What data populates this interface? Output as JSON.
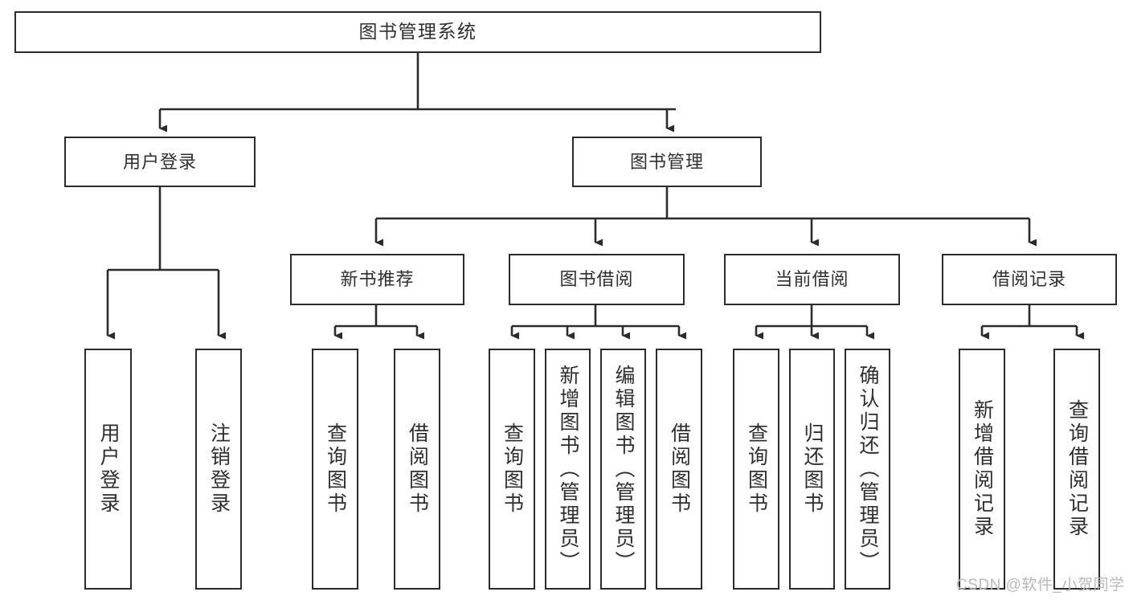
{
  "diagram": {
    "title": "图书管理系统",
    "type": "tree-hierarchy",
    "watermark": "CSDN @软件_小贺同学",
    "colors": {
      "background": "#ffffff",
      "box_border": "#2b2b2b",
      "box_fill": "#ffffff",
      "text": "#2e2e2e",
      "connector": "#2b2b2b",
      "watermark_text": "#b9b9b9"
    },
    "nodes": {
      "root": {
        "label": "图书管理系统"
      },
      "level2": [
        {
          "id": "user-login",
          "label": "用户登录"
        },
        {
          "id": "book-manage",
          "label": "图书管理"
        }
      ],
      "level3": [
        {
          "id": "new-book-recommend",
          "label": "新书推荐"
        },
        {
          "id": "book-borrow",
          "label": "图书借阅"
        },
        {
          "id": "current-borrow",
          "label": "当前借阅"
        },
        {
          "id": "borrow-record",
          "label": "借阅记录"
        }
      ],
      "leaves": {
        "user_login": [
          {
            "id": "leaf-user-login",
            "label": "用户登录"
          },
          {
            "id": "leaf-logout-login",
            "label": "注销登录"
          }
        ],
        "new_book_recommend": [
          {
            "id": "leaf-query-book-1",
            "label": "查询图书"
          },
          {
            "id": "leaf-borrow-book-1",
            "label": "借阅图书"
          }
        ],
        "book_borrow": [
          {
            "id": "leaf-query-book-2",
            "label": "查询图书"
          },
          {
            "id": "leaf-add-book",
            "label": "新增图书（管理员）"
          },
          {
            "id": "leaf-edit-book",
            "label": "编辑图书（管理员）"
          },
          {
            "id": "leaf-borrow-book-2",
            "label": "借阅图书"
          }
        ],
        "current_borrow": [
          {
            "id": "leaf-query-book-3",
            "label": "查询图书"
          },
          {
            "id": "leaf-return-book",
            "label": "归还图书"
          },
          {
            "id": "leaf-confirm-return",
            "label": "确认归还（管理员）"
          }
        ],
        "borrow_record": [
          {
            "id": "leaf-add-record",
            "label": "新增借阅记录"
          },
          {
            "id": "leaf-query-record",
            "label": "查询借阅记录"
          }
        ]
      }
    }
  }
}
